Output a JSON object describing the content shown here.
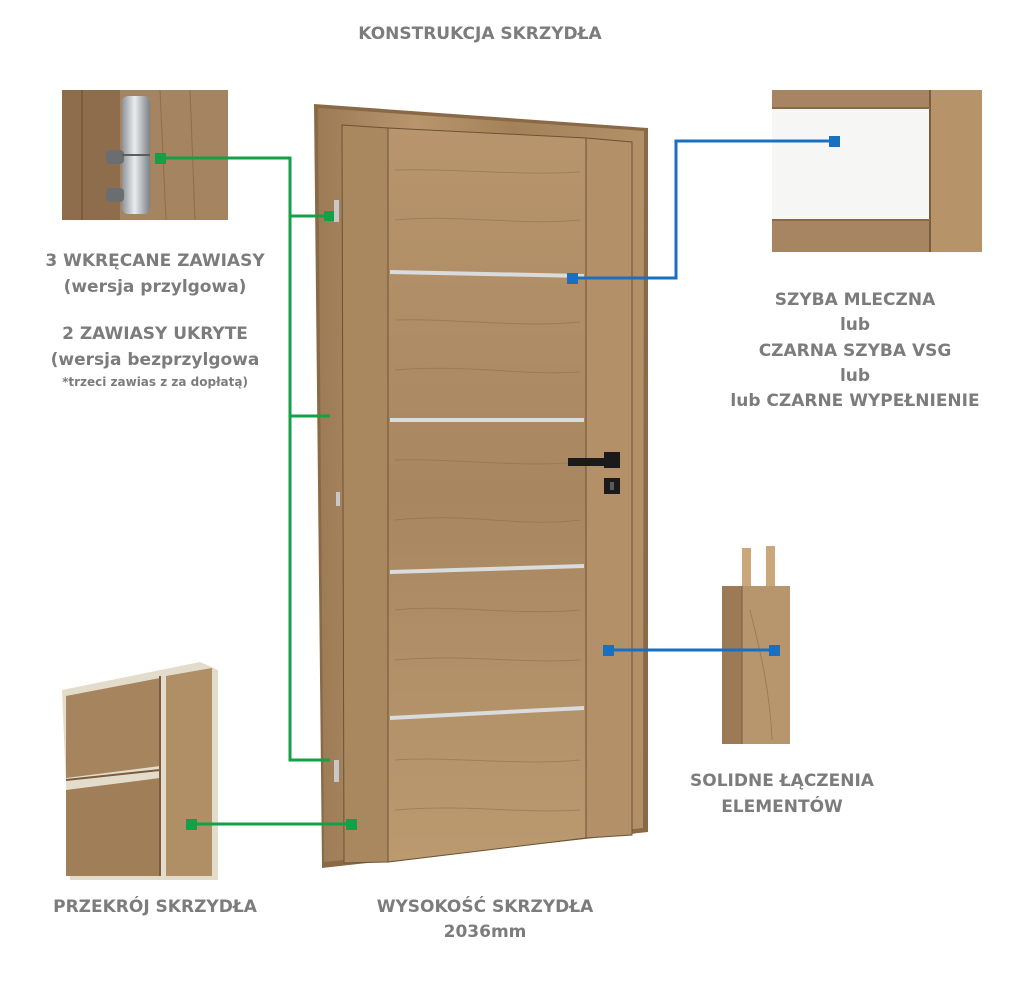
{
  "title": "KONSTRUKCJA SKRZYDŁA",
  "hinges": {
    "line1": "3 WKRĘCANE ZAWIASY",
    "line2": "(wersja przylgowa)",
    "line3": "2 ZAWIASY UKRYTE",
    "line4": "(wersja bezprzylgowa",
    "note": "*trzeci zawias z za dopłatą)"
  },
  "glass": {
    "line1": "SZYBA MLECZNA",
    "line2": "lub",
    "line3": "CZARNA SZYBA VSG",
    "line4": "lub",
    "line5": "lub CZARNE WYPEŁNIENIE"
  },
  "joints": {
    "line1": "SOLIDNE ŁĄCZENIA",
    "line2": "ELEMENTÓW"
  },
  "section": {
    "label": "PRZEKRÓJ SKRZYDŁA"
  },
  "height": {
    "line1": "WYSOKOŚĆ SKRZYDŁA",
    "line2": "2036mm"
  },
  "colors": {
    "wood_light": "#b8956c",
    "wood_mid": "#a07e57",
    "wood_dark": "#6e5235",
    "green_connector": "#14a046",
    "blue_connector": "#1a6fc0",
    "text_gray": "#7c7c7c",
    "handle_black": "#1a1a1a",
    "milk_glass": "#f6f7f5"
  }
}
